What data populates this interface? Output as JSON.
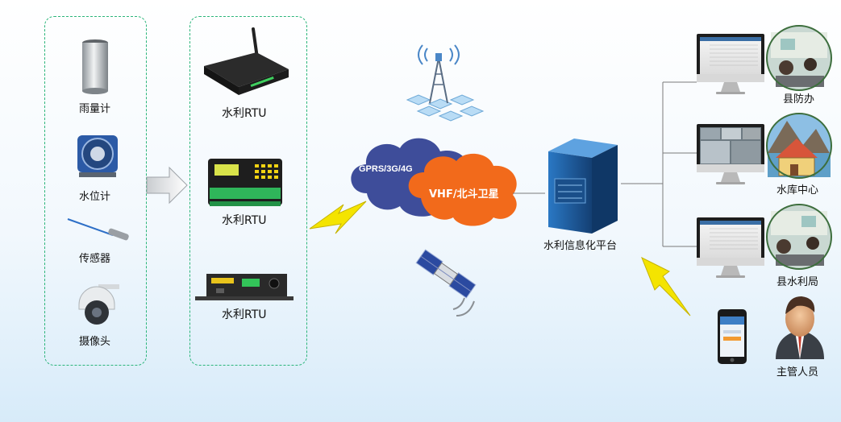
{
  "sensors": {
    "rain_gauge": "雨量计",
    "water_level_gauge": "水位计",
    "sensor": "传感器",
    "camera": "摄像头"
  },
  "rtu": {
    "rtu1": "水利RTU",
    "rtu2": "水利RTU",
    "rtu3": "水利RTU"
  },
  "network": {
    "cloud1": "GPRS/3G/4G",
    "cloud2": "VHF/北斗卫星"
  },
  "platform": {
    "label": "水利信息化平台"
  },
  "endpoints": {
    "county_office": "县防办",
    "reservoir_center": "水库中心",
    "county_water_bureau": "县水利局",
    "supervisor": "主管人员"
  },
  "colors": {
    "dash_border": "#2bb57a",
    "cloud_blue": "#3e4d9a",
    "cloud_orange": "#f26a1b",
    "lightning": "#f4e400",
    "server_blue": "#1f5f9e"
  }
}
